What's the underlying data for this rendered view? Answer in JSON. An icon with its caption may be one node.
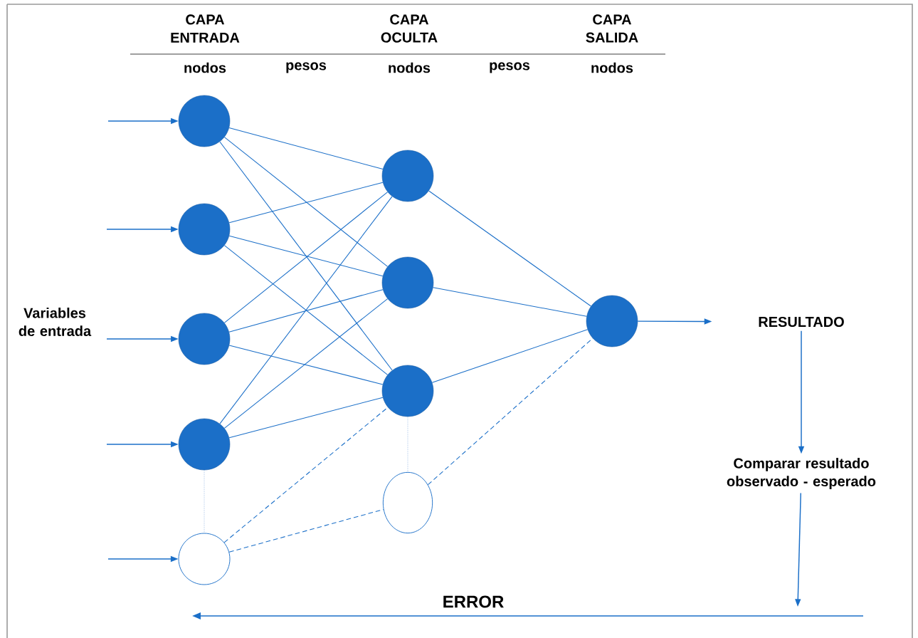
{
  "diagram": {
    "nodes": [
      {
        "text": [],
        "shape": "circle"
      },
      {
        "text": [],
        "shape": "circle"
      },
      {
        "text": [],
        "shape": "circle"
      },
      {
        "text": [],
        "shape": "circle"
      },
      {
        "text": [],
        "shape": "circle"
      },
      {
        "text": [],
        "shape": "circle"
      },
      {
        "text": [],
        "shape": "circle"
      },
      {
        "text": [],
        "shape": "circle"
      },
      {
        "text": [],
        "shape": "circle"
      },
      {
        "text": [],
        "shape": "circle"
      },
      {
        "text": [
          "RESULTADO"
        ]
      },
      {
        "text": [
          "Comparar resultado observado - esperado"
        ]
      }
    ],
    "edges": [
      {
        "from": null,
        "to": 0,
        "arrow": "to"
      },
      {
        "from": null,
        "to": 1,
        "arrow": "to"
      },
      {
        "from": null,
        "to": 2,
        "arrow": "to"
      },
      {
        "from": null,
        "to": 3,
        "arrow": "to"
      },
      {
        "from": null,
        "to": 4,
        "arrow": "to"
      },
      {
        "from": 0,
        "to": 5,
        "arrow": "none"
      },
      {
        "from": 0,
        "to": 6,
        "arrow": "none"
      },
      {
        "from": 0,
        "to": 7,
        "arrow": "none"
      },
      {
        "from": 1,
        "to": 5,
        "arrow": "none"
      },
      {
        "from": 1,
        "to": 6,
        "arrow": "none"
      },
      {
        "from": 1,
        "to": 7,
        "arrow": "none"
      },
      {
        "from": 2,
        "to": 5,
        "arrow": "none"
      },
      {
        "from": 2,
        "to": 6,
        "arrow": "none"
      },
      {
        "from": 2,
        "to": 7,
        "arrow": "none"
      },
      {
        "from": 3,
        "to": 5,
        "arrow": "none"
      },
      {
        "from": 3,
        "to": 6,
        "arrow": "none"
      },
      {
        "from": 3,
        "to": 7,
        "arrow": "none"
      },
      {
        "from": 4,
        "to": 7,
        "arrow": "none",
        "style": "dashed"
      },
      {
        "from": 4,
        "to": 8,
        "arrow": "none",
        "style": "dashed"
      },
      {
        "from": 8,
        "to": 9,
        "arrow": "none",
        "style": "dashed"
      },
      {
        "from": 3,
        "to": 4,
        "arrow": "none",
        "style": "dashed",
        "color": "#8fb4e3"
      },
      {
        "from": 7,
        "to": 8,
        "arrow": "none",
        "style": "dashed",
        "color": "#8fb4e3"
      },
      {
        "from": 5,
        "to": 9,
        "arrow": "none"
      },
      {
        "from": 6,
        "to": 9,
        "arrow": "none"
      },
      {
        "from": 7,
        "to": 9,
        "arrow": "none"
      },
      {
        "from": 9,
        "to": 10,
        "arrow": "to"
      },
      {
        "from": 10,
        "to": 11,
        "arrow": "to"
      },
      {
        "from": 11,
        "to": null,
        "arrow": "to"
      }
    ],
    "labels": [
      "CAPA ENTRADA",
      "CAPA OCULTA",
      "CAPA SALIDA",
      "nodos",
      "pesos",
      "nodos",
      "pesos",
      "nodos",
      "Variables de entrada",
      "ERROR"
    ]
  }
}
